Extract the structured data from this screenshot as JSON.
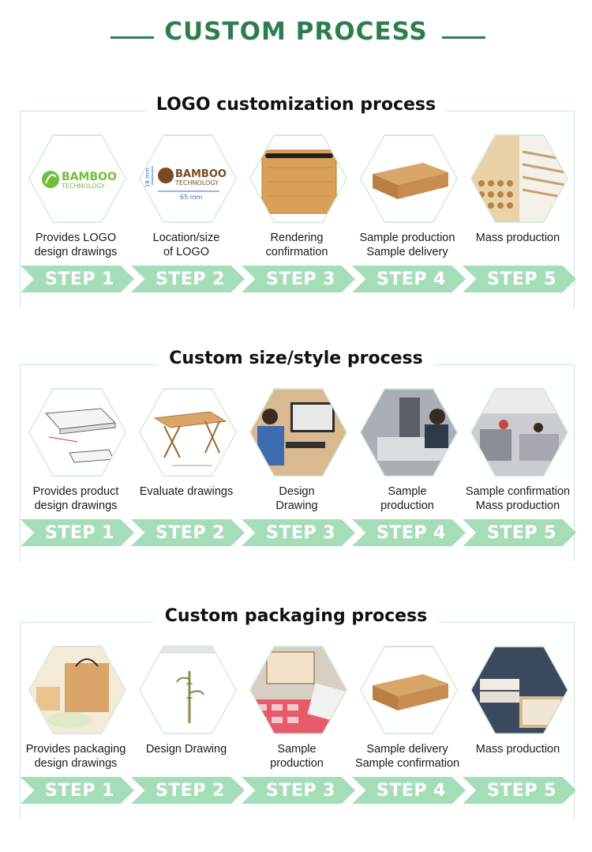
{
  "header": {
    "title": "CUSTOM PROCESS"
  },
  "sections": [
    {
      "title": "LOGO customization process",
      "steps": [
        {
          "lines": [
            "Provides LOGO",
            "design drawings"
          ],
          "step": "STEP 1",
          "image": "bamboo-logo-drawing"
        },
        {
          "lines": [
            "Location/size",
            "of LOGO"
          ],
          "step": "STEP 2",
          "image": "logo-dimension-drawing"
        },
        {
          "lines": [
            "Rendering",
            "confirmation"
          ],
          "step": "STEP 3",
          "image": "bamboo-board-rendering"
        },
        {
          "lines": [
            "Sample production",
            "Sample delivery"
          ],
          "step": "STEP 4",
          "image": "kraft-box"
        },
        {
          "lines": [
            "Mass production"
          ],
          "step": "STEP 5",
          "image": "stacked-bamboo-boards"
        }
      ]
    },
    {
      "title": "Custom size/style process",
      "steps": [
        {
          "lines": [
            "Provides product",
            "design drawings"
          ],
          "step": "STEP 1",
          "image": "product-sketch"
        },
        {
          "lines": [
            "Evaluate drawings"
          ],
          "step": "STEP 2",
          "image": "table-drawing"
        },
        {
          "lines": [
            "Design",
            "Drawing"
          ],
          "step": "STEP 3",
          "image": "designer-at-computer"
        },
        {
          "lines": [
            "Sample",
            "production"
          ],
          "step": "STEP 4",
          "image": "cnc-machine"
        },
        {
          "lines": [
            "Sample confirmation",
            "Mass production"
          ],
          "step": "STEP 5",
          "image": "factory-floor"
        }
      ]
    },
    {
      "title": "Custom packaging process",
      "steps": [
        {
          "lines": [
            "Provides packaging",
            "design drawings"
          ],
          "step": "STEP 1",
          "image": "gift-bag-packaging"
        },
        {
          "lines": [
            "Design Drawing"
          ],
          "step": "STEP 2",
          "image": "bamboo-artwork"
        },
        {
          "lines": [
            "Sample",
            "production"
          ],
          "step": "STEP 3",
          "image": "printed-sheets"
        },
        {
          "lines": [
            "Sample delivery",
            "Sample confirmation"
          ],
          "step": "STEP 4",
          "image": "kraft-box"
        },
        {
          "lines": [
            "Mass production"
          ],
          "step": "STEP 5",
          "image": "printed-boxes"
        }
      ]
    }
  ],
  "logo_text": {
    "brand": "BAMBOO",
    "sub": "TECHNOLOGY",
    "width_label": "65 mm",
    "height_label": "18 mm"
  },
  "colors": {
    "accent": "#2e7d4f",
    "arrow": "#a6ddb9",
    "frame": "#c9e6d3"
  }
}
